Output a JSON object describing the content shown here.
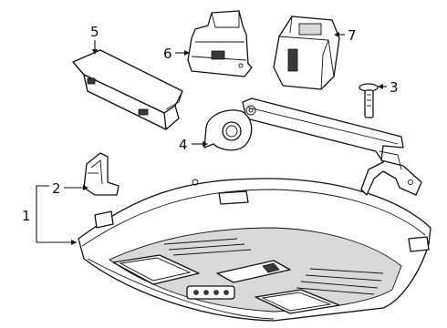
{
  "diagram": {
    "callouts": [
      {
        "id": "1",
        "label": "1"
      },
      {
        "id": "2",
        "label": "2"
      },
      {
        "id": "3",
        "label": "3"
      },
      {
        "id": "4",
        "label": "4"
      },
      {
        "id": "5",
        "label": "5"
      },
      {
        "id": "6",
        "label": "6"
      },
      {
        "id": "7",
        "label": "7"
      }
    ],
    "parts": [
      {
        "callout": "1",
        "name": "overhead-console-housing"
      },
      {
        "callout": "2",
        "name": "mounting-clip"
      },
      {
        "callout": "3",
        "name": "bolt"
      },
      {
        "callout": "4",
        "name": "bracket"
      },
      {
        "callout": "5",
        "name": "control-module"
      },
      {
        "callout": "6",
        "name": "switch"
      },
      {
        "callout": "7",
        "name": "switch"
      }
    ]
  }
}
